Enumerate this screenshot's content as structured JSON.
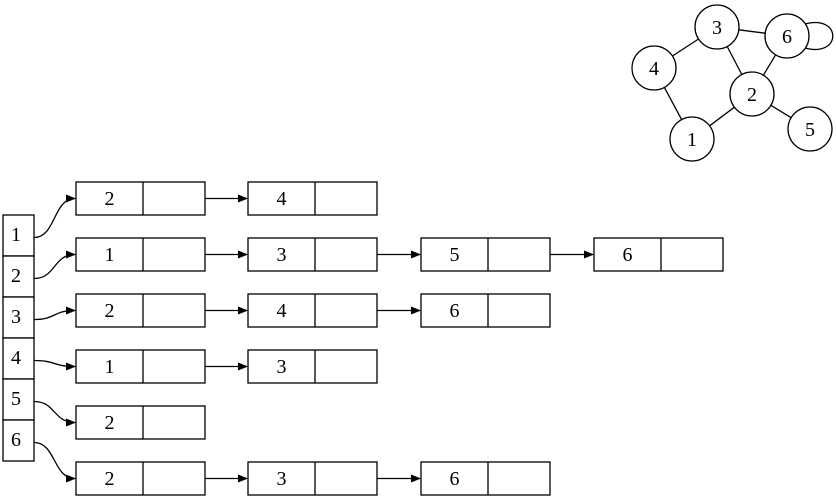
{
  "graph": {
    "nodes": [
      {
        "id": "1",
        "label": "1"
      },
      {
        "id": "2",
        "label": "2"
      },
      {
        "id": "3",
        "label": "3"
      },
      {
        "id": "4",
        "label": "4"
      },
      {
        "id": "5",
        "label": "5"
      },
      {
        "id": "6",
        "label": "6"
      }
    ],
    "edges": [
      [
        "4",
        "3"
      ],
      [
        "3",
        "6"
      ],
      [
        "3",
        "2"
      ],
      [
        "6",
        "2"
      ],
      [
        "4",
        "1"
      ],
      [
        "1",
        "2"
      ],
      [
        "2",
        "5"
      ],
      [
        "6",
        "6"
      ]
    ]
  },
  "adjacency_list": [
    {
      "vertex": "1",
      "neighbors": [
        "2",
        "4"
      ]
    },
    {
      "vertex": "2",
      "neighbors": [
        "1",
        "3",
        "5",
        "6"
      ]
    },
    {
      "vertex": "3",
      "neighbors": [
        "2",
        "4",
        "6"
      ]
    },
    {
      "vertex": "4",
      "neighbors": [
        "1",
        "3"
      ]
    },
    {
      "vertex": "5",
      "neighbors": [
        "2"
      ]
    },
    {
      "vertex": "6",
      "neighbors": [
        "2",
        "3",
        "6"
      ]
    }
  ]
}
